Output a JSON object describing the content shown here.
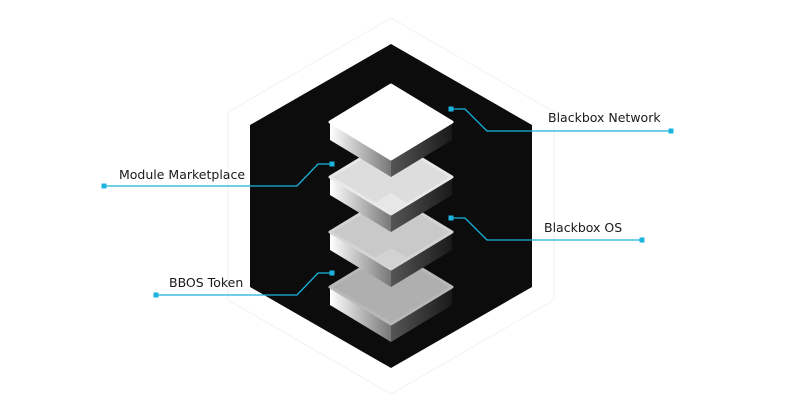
{
  "labels": {
    "blackbox_network": "Blackbox Network",
    "module_marketplace": "Module Marketplace",
    "blackbox_os": "Blackbox OS",
    "bbos_token": "BBOS Token"
  },
  "colors": {
    "hexagon": "#0c0c0c",
    "connector": "#1ab4de",
    "layer_tops": [
      "#ffffff",
      "#e9e9e9",
      "#d4d4d4",
      "#b8b8b8"
    ]
  }
}
